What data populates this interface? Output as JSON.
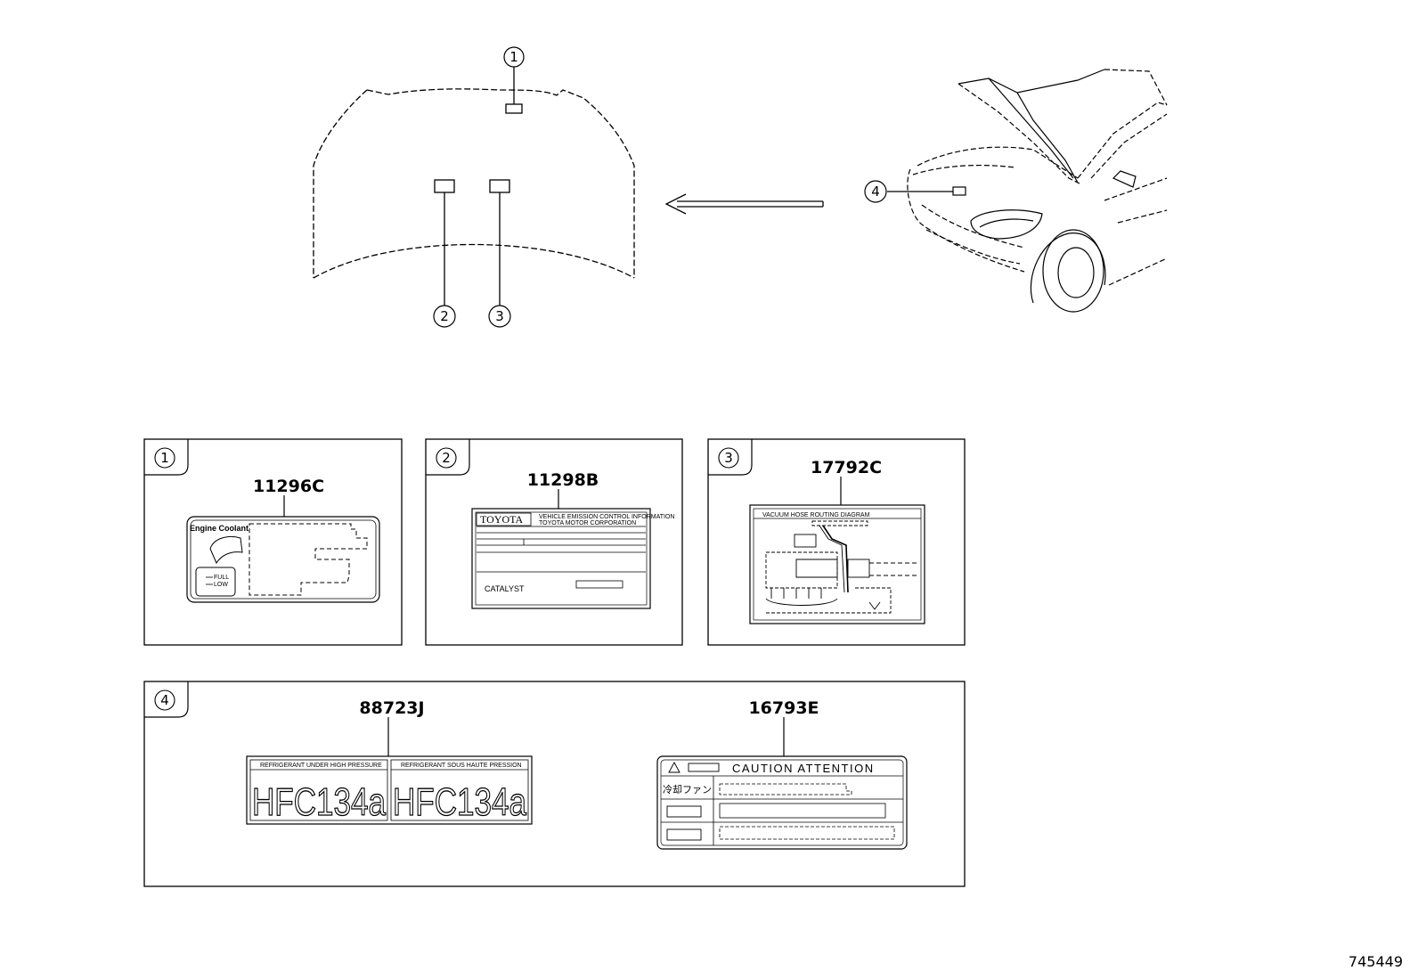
{
  "callouts": [
    "1",
    "2",
    "3",
    "4"
  ],
  "panels": {
    "p1": {
      "index": "1",
      "part_number": "11296C",
      "label_title": "Engine Coolant",
      "label_full": "FULL",
      "label_low": "LOW"
    },
    "p2": {
      "index": "2",
      "part_number": "11298B",
      "brand": "TOYOTA",
      "fine_text_1": "VEHICLE EMISSION CONTROL INFORMATION",
      "fine_text_2": "TOYOTA MOTOR CORPORATION",
      "catalyst": "CATALYST"
    },
    "p3": {
      "index": "3",
      "part_number": "17792C",
      "title": "VACUUM HOSE ROUTING DIAGRAM"
    },
    "p4": {
      "index": "4",
      "left_part_number": "88723J",
      "hfc_head_left": "REFRIGERANT UNDER HIGH PRESSURE",
      "hfc_head_right": "REFRIGERANT SOUS HAUTE PRESSION",
      "hfc_text": "HFC134a",
      "right_part_number": "16793E",
      "caution": "CAUTION ATTENTION",
      "fan_label": "冷却ファン"
    }
  },
  "footer": {
    "diagram_id": "745449"
  }
}
